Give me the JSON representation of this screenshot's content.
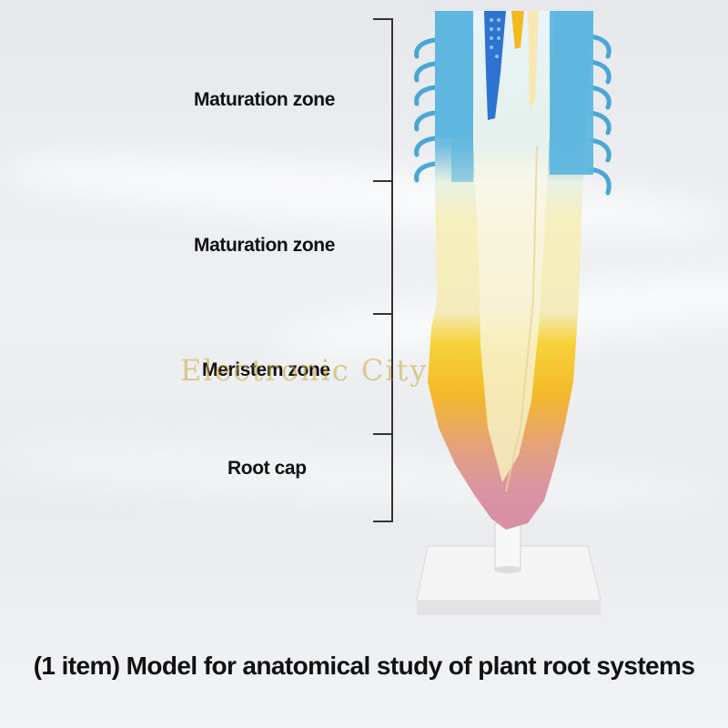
{
  "labels": {
    "zone1": "Maturation zone",
    "zone2": "Maturation zone",
    "zone3": "Meristem zone",
    "zone4": "Root cap"
  },
  "watermark": "Electronic City",
  "caption": "(1 item) Model for anatomical study of plant root systems",
  "colors": {
    "blue": "#5fb6de",
    "cream": "#f6efbe",
    "yellow": "#f6c21c",
    "pink": "#d98fa6"
  }
}
